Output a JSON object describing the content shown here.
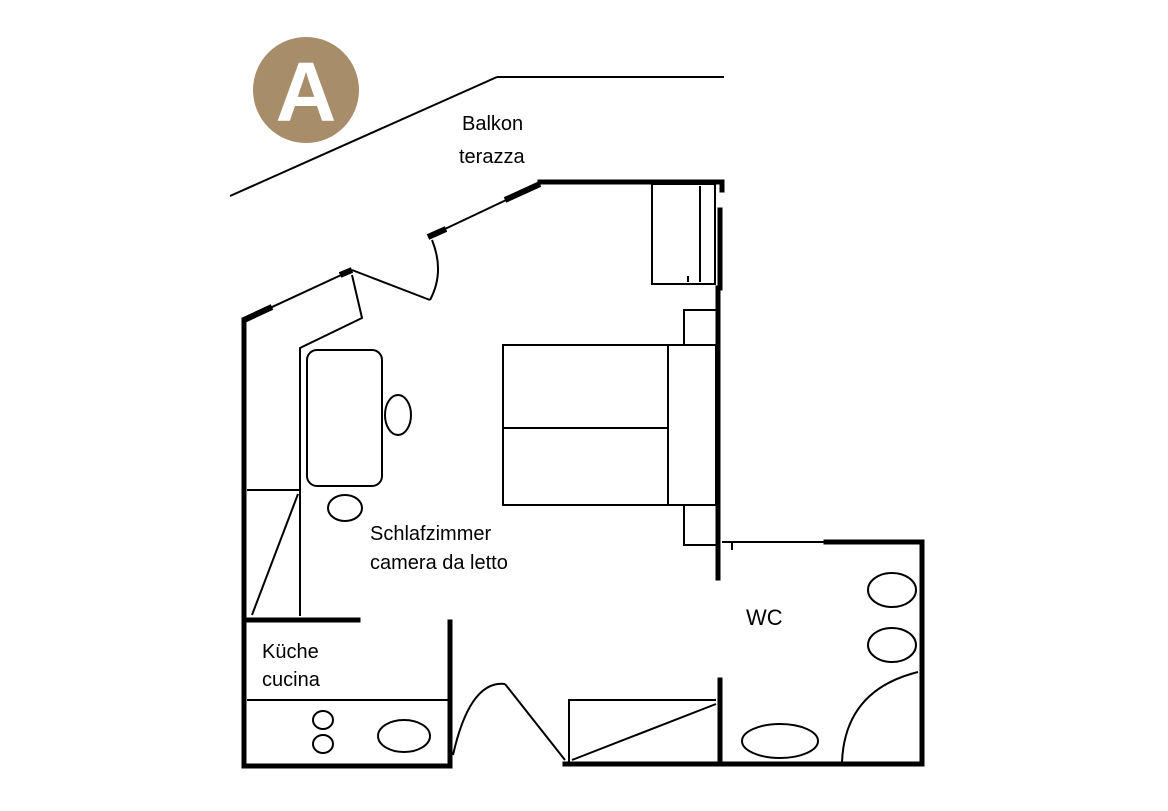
{
  "badge": {
    "letter": "A",
    "color": "#A88D6A"
  },
  "rooms": {
    "balcony": {
      "line1": "Balkon",
      "line2": "terazza"
    },
    "bedroom": {
      "line1": "Schlafzimmer",
      "line2": "camera da letto"
    },
    "kitchen": {
      "line1": "Küche",
      "line2": "cucina"
    },
    "wc": {
      "line1": "WC"
    }
  },
  "colors": {
    "wall": "#000000",
    "fixture": "#000000",
    "background": "#ffffff"
  }
}
